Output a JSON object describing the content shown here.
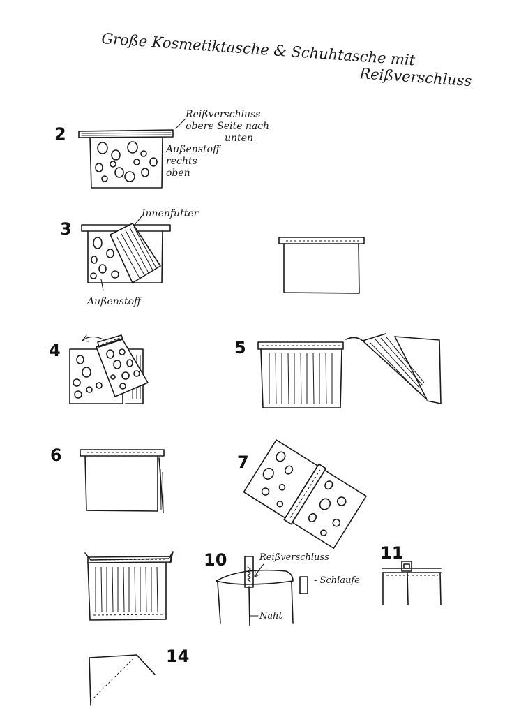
{
  "title": {
    "line1": "Große Kosmetiktasche & Schuhtasche mit",
    "line2": "Reißverschluss"
  },
  "steps": {
    "s2": {
      "number": "2",
      "label_zipper_1": "Reißverschluss",
      "label_zipper_2": "obere Seite nach",
      "label_zipper_3": "unten",
      "label_fabric_1": "Außenstoff",
      "label_fabric_2": "rechts",
      "label_fabric_3": "oben"
    },
    "s3": {
      "number": "3",
      "label_lining": "Innenfutter",
      "label_fabric": "Außenstoff"
    },
    "s4": {
      "number": "4"
    },
    "s5": {
      "number": "5"
    },
    "s6": {
      "number": "6"
    },
    "s7": {
      "number": "7"
    },
    "s10": {
      "number": "10",
      "label_zipper": "Reißverschluss",
      "label_loop": "- Schlaufe",
      "label_seam": "Naht"
    },
    "s11": {
      "number": "11"
    },
    "s14": {
      "number": "14"
    }
  }
}
